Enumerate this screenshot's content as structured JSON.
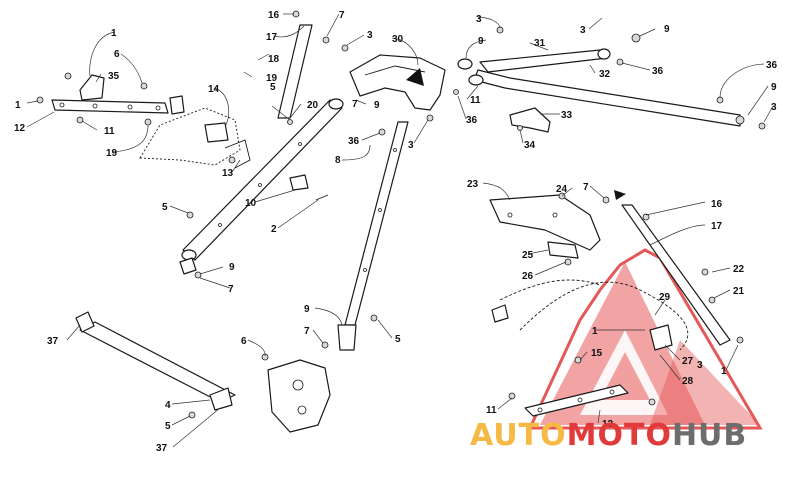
{
  "diagram": {
    "callouts": [
      "1",
      "1",
      "1",
      "1",
      "2",
      "3",
      "3",
      "3",
      "3",
      "3",
      "3",
      "4",
      "5",
      "5",
      "5",
      "5",
      "6",
      "6",
      "7",
      "7",
      "7",
      "7",
      "7",
      "8",
      "9",
      "9",
      "9",
      "9",
      "9",
      "9",
      "10",
      "11",
      "11",
      "11",
      "12",
      "12",
      "13",
      "14",
      "15",
      "16",
      "16",
      "17",
      "17",
      "18",
      "19",
      "19",
      "20",
      "21",
      "22",
      "23",
      "24",
      "25",
      "26",
      "27",
      "28",
      "29",
      "30",
      "31",
      "32",
      "33",
      "34",
      "35",
      "36",
      "36",
      "36",
      "36",
      "37",
      "37"
    ]
  },
  "watermark": {
    "part1": "AUTO",
    "part2": "MOTO",
    "part3": "HUB"
  },
  "colors": {
    "watermark_red": "#e23a3a",
    "watermark_yellow": "#f5b944",
    "watermark_gray": "#6d6d6d"
  }
}
